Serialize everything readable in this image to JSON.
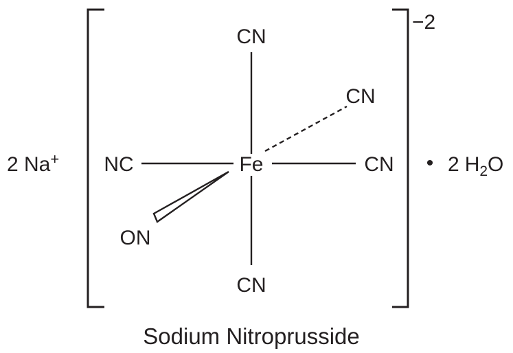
{
  "structure": {
    "cation": "2 Na",
    "cation_charge": "+",
    "complex": {
      "center_atom": "Fe",
      "ligands": {
        "top": "CN",
        "back_right": "CN",
        "right": "CN",
        "left": "NC",
        "bottom": "CN",
        "front_left": "ON"
      },
      "charge": "−2"
    },
    "hydrate_dot": "•",
    "hydrate_count": "2",
    "hydrate_h": "H",
    "hydrate_sub": "2",
    "hydrate_o": "O"
  },
  "caption": "Sodium Nitroprusside",
  "colors": {
    "ink": "#231f20",
    "background": "#ffffff"
  }
}
